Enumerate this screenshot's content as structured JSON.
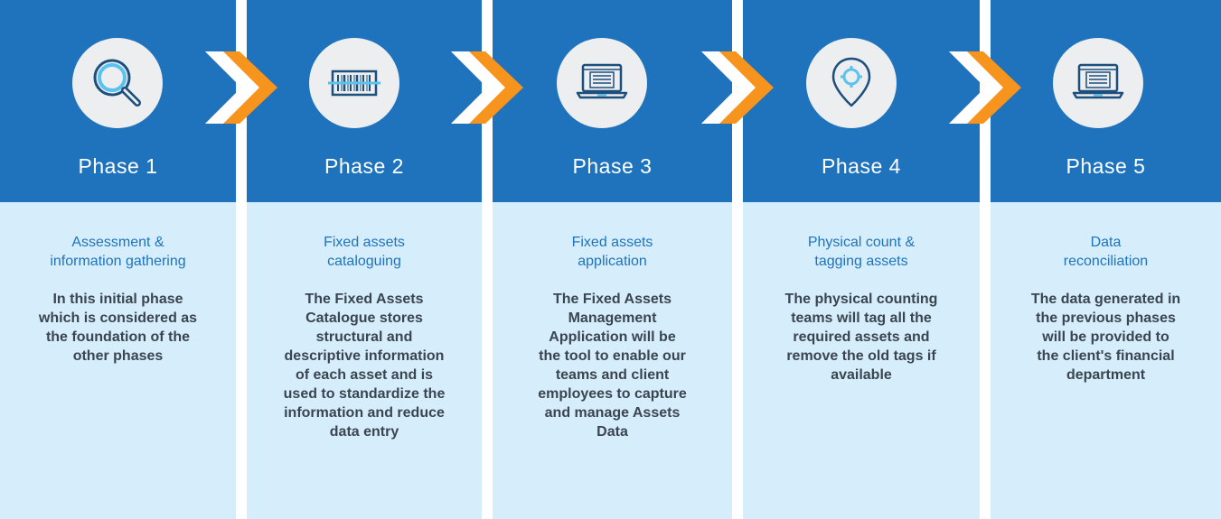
{
  "colors": {
    "header_blue": "#1f73bd",
    "panel_light": "#d6eefb",
    "title_blue": "#1f73bd",
    "body_text": "#3a4550",
    "chevron_orange": "#f7941d",
    "chevron_white": "#ffffff",
    "icon_dark": "#1c4f7d",
    "icon_accent": "#5bc2ee"
  },
  "phases": [
    {
      "label": "Phase 1",
      "icon": "magnifier-icon",
      "title_lines": [
        "Assessment &",
        "information gathering"
      ],
      "desc_lines": [
        "In this initial phase",
        "which is considered as",
        "the foundation of the",
        "other phases"
      ]
    },
    {
      "label": "Phase 2",
      "icon": "barcode-icon",
      "title_lines": [
        "Fixed assets",
        "cataloguing"
      ],
      "desc_lines": [
        "The Fixed Assets",
        "Catalogue stores",
        "structural and",
        "descriptive information",
        "of each asset and is",
        "used to standardize the",
        "information and reduce",
        "data entry"
      ]
    },
    {
      "label": "Phase 3",
      "icon": "laptop-icon",
      "title_lines": [
        "Fixed assets",
        "application"
      ],
      "desc_lines": [
        "The Fixed Assets",
        "Management",
        "Application will be",
        "the tool to enable our",
        "teams and client",
        "employees to capture",
        "and manage Assets",
        "Data"
      ]
    },
    {
      "label": "Phase 4",
      "icon": "location-pin-icon",
      "title_lines": [
        "Physical count &",
        "tagging assets"
      ],
      "desc_lines": [
        "The physical counting",
        "teams will tag all the",
        "required assets and",
        "remove the old tags if",
        "available"
      ]
    },
    {
      "label": "Phase 5",
      "icon": "laptop-icon",
      "title_lines": [
        "Data",
        "reconciliation"
      ],
      "desc_lines": [
        "The data generated in",
        "the previous phases",
        "will be provided to",
        "the client's financial",
        "department"
      ]
    }
  ]
}
